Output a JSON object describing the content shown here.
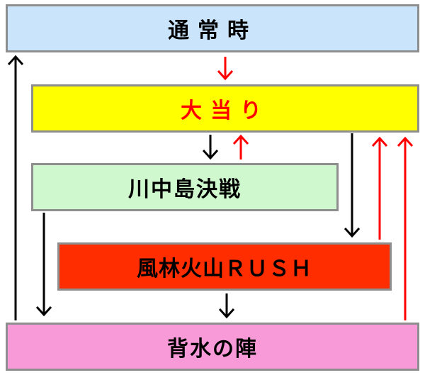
{
  "boxes": {
    "normal": "通常時",
    "jackpot": "大当り",
    "kawanakajima": "川中島決戦",
    "rush": "風林火山ＲＵＳＨ",
    "haisui": "背水の陣"
  },
  "colors": {
    "normal_fill": "#c9e4fb",
    "jackpot_fill": "#ffff00",
    "jackpot_text": "#ff0000",
    "kawanakajima_fill": "#cff8cf",
    "rush_fill": "#ff2d00",
    "haisui_fill": "#f89ad7",
    "arrow_black": "#000000",
    "arrow_red": "#ff0000"
  }
}
